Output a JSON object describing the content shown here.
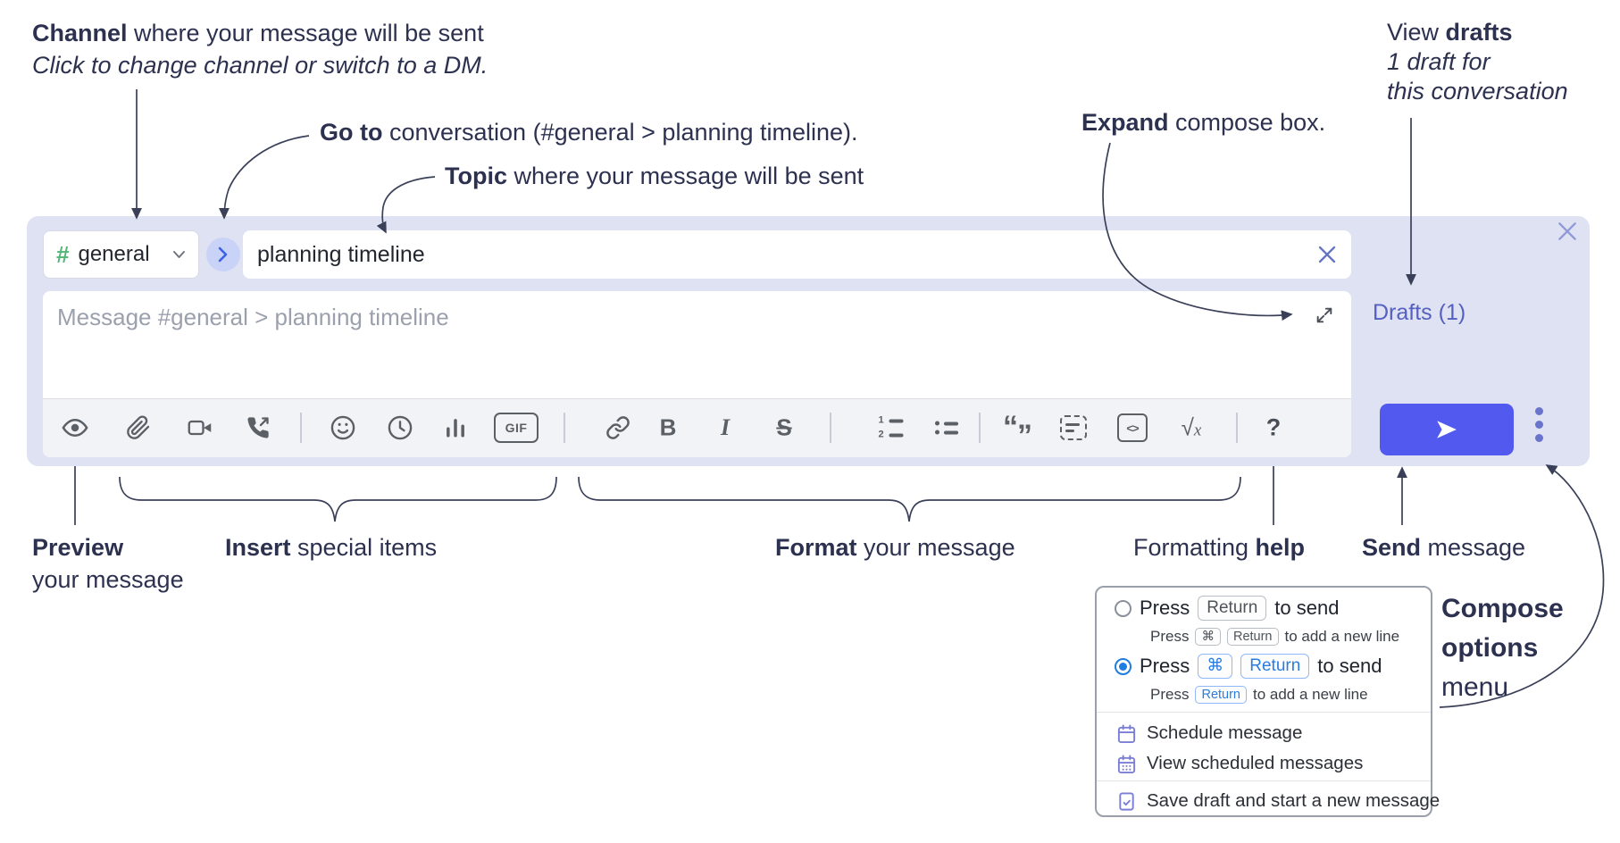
{
  "annotations": {
    "channel": {
      "bold": "Channel",
      "rest": " where your message will be sent",
      "subtitle": "Click to change channel or switch to a DM."
    },
    "go_to": {
      "bold": "Go to",
      "rest": " conversation (#general > planning timeline)."
    },
    "topic": {
      "bold": "Topic",
      "rest": " where your message will be sent"
    },
    "expand": {
      "bold": "Expand",
      "rest": " compose box."
    },
    "view_drafts": {
      "pre": "View ",
      "bold": "drafts",
      "line2": "1 draft for",
      "line3": "this conversation"
    },
    "preview": {
      "bold": "Preview",
      "line2": "your message"
    },
    "insert": {
      "bold": "Insert",
      "rest": " special items"
    },
    "format": {
      "bold": "Format",
      "rest": " your message"
    },
    "formatting_help": {
      "pre": "Formatting ",
      "bold": "help"
    },
    "send": {
      "bold": "Send",
      "rest": " message"
    },
    "compose_options": {
      "line1": "Compose",
      "line2": "options",
      "line3": "menu"
    }
  },
  "compose": {
    "channel": {
      "hash": "#",
      "name": "general"
    },
    "topic_value": "planning timeline",
    "message_placeholder": "Message #general > planning timeline",
    "drafts_link": "Drafts (1)",
    "toolbar": {
      "gif": "GIF",
      "bold": "B",
      "italic": "I",
      "strike": "S",
      "ol1": "1",
      "ol2": "2",
      "quote_open": "“",
      "quote_close": "”",
      "code": "<>",
      "sqrt": "√",
      "sqrt_x": "x",
      "help": "?"
    }
  },
  "popup": {
    "send_options": [
      {
        "pre": "Press",
        "keys": [
          "Return"
        ],
        "post": "to send",
        "sub": {
          "pre": "Press",
          "keys": [
            "⌘",
            "Return"
          ],
          "post": "to add a new line"
        },
        "selected": false
      },
      {
        "pre": "Press",
        "keys": [
          "⌘",
          "Return"
        ],
        "post": "to send",
        "sub": {
          "pre": "Press",
          "keys": [
            "Return"
          ],
          "post": "to add a new line"
        },
        "selected": true
      }
    ],
    "menu_items": [
      "Schedule message",
      "View scheduled messages",
      "Save draft and start a new message"
    ]
  },
  "colors": {
    "accent_send": "#5159ef",
    "drafts_link": "#5560c1",
    "hash_green": "#52b675",
    "radio_active": "#1f7ce0",
    "kbd_blue": "#2b7ce0",
    "menu_icon_purple": "#7a7ed6",
    "compose_bg": "#dfe2f2",
    "goto_circle_bg": "#c9d2f7",
    "goto_chevron": "#3b61e8"
  }
}
